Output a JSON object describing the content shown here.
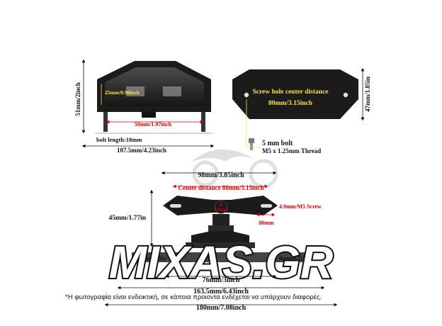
{
  "top_left": {
    "height": "51mm/2inch",
    "lens_height": "25mm/0.98inch",
    "bolt_spacing": "50mm/1.97inch",
    "bolt_length": "bolt length:18mm",
    "width": "107.5mm/4.23inch"
  },
  "top_right": {
    "screw_title": "Screw hole center distance",
    "screw_value": "80mm/3.15inch",
    "height": "47mm/1.85in"
  },
  "bolt_note": {
    "line1": "5 mm bolt",
    "line2": "M5 x 1.25mm Thread"
  },
  "bracket": {
    "overall": "98mm/3.85inch",
    "center_distance": "Center distance 80mm/3.15inch",
    "screw": "4.9mm/M5 Screw",
    "slot": "80mm",
    "hole_symbol": "Ø",
    "hole": "12mm",
    "height": "45mm/1.77in",
    "bottom_left": "44mm/1.73in",
    "bottom_right": "8mm/0.31in",
    "base": "76mm/3inch",
    "width_163": "163.5mm/6.43inch",
    "width_180": "180mm/7.08inch"
  },
  "watermark": "MIXAS.GR",
  "disclaimer": "*Η φωτογραφία είναι ενδεικτική, σε κάποια προιοντα ενδέχεται να υπάρχουν διαφορές.",
  "colors": {
    "housing": "#1b1b1b",
    "label_yellow": "#f2e64a",
    "accent_red": "#d40000",
    "lens": "#3a3a3a"
  }
}
